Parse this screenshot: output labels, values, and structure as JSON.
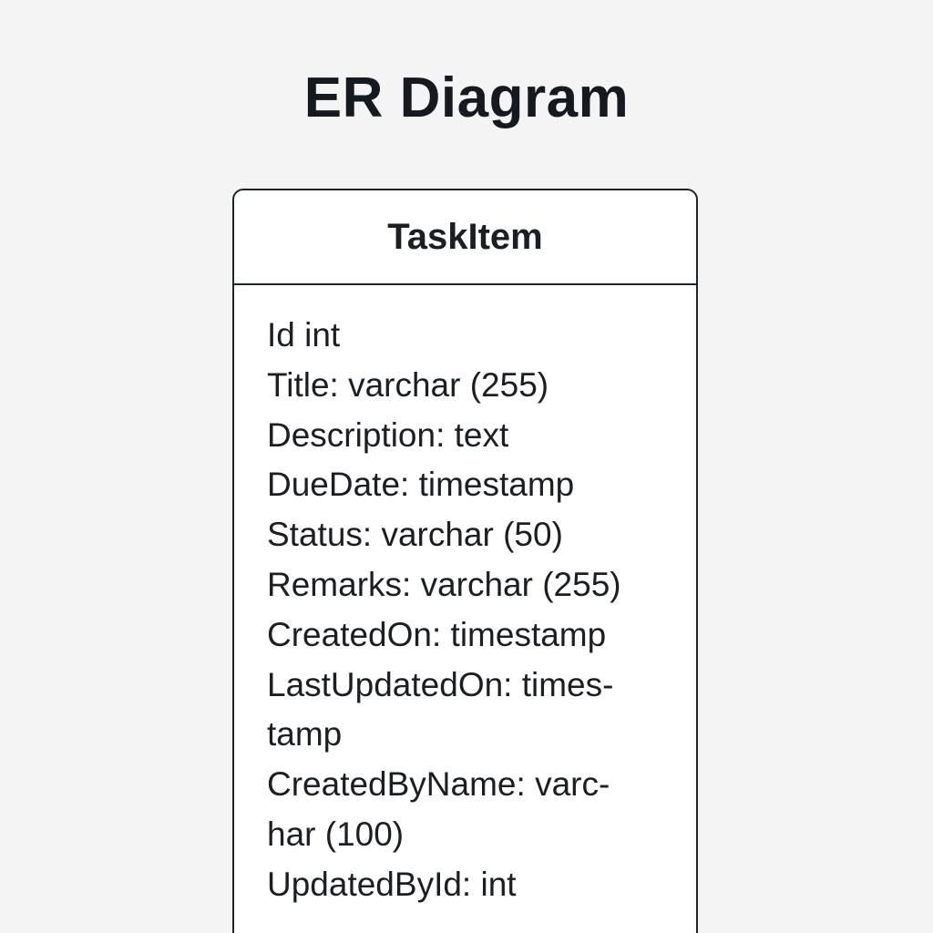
{
  "diagram": {
    "title": "ER Diagram",
    "entity": {
      "name": "TaskItem",
      "attribute_lines": [
        "Id int",
        "Title: varchar (255)",
        "Description: text",
        "DueDate: timestamp",
        "Status: varchar (50)",
        "Remarks: varchar (255)",
        "CreatedOn: timestamp",
        "LastUpdatedOn: times-",
        "tamp",
        "CreatedByName: varc-",
        "har (100)",
        "UpdatedById: int"
      ]
    }
  }
}
